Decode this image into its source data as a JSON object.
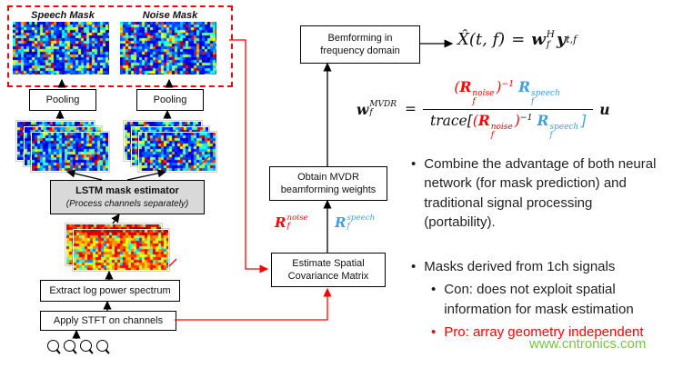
{
  "panel": {
    "speech_label": "Speech Mask",
    "noise_label": "Noise Mask"
  },
  "boxes": {
    "pooling": "Pooling",
    "lstm_line1": "LSTM mask estimator",
    "lstm_line2": "(Process channels separately)",
    "extract": "Extract log power spectrum",
    "stft": "Apply STFT on channels",
    "beamform_line1": "Bemforming in",
    "beamform_line2": "frequency domain",
    "mvdr_line1": "Obtain MVDR",
    "mvdr_line2": "beamforming weights",
    "cov_line1": "Estimate Spatial",
    "cov_line2": "Covariance Matrix"
  },
  "output_formula": {
    "lhs": "X̂(t, f)",
    "eq": "=",
    "w": "w",
    "w_sup": "H",
    "w_sub": "f",
    "y": "y",
    "y_sub": "t,f"
  },
  "mvdr_formula": {
    "w": "w",
    "w_sup": "MVDR",
    "w_sub": "f",
    "eq": "=",
    "open_paren": "(",
    "R": "R",
    "f": "f",
    "noise": "noise",
    "speech": "speech",
    "close_paren": ")",
    "inverse": "−1",
    "trace_open": "trace[",
    "bracket_close": "]",
    "u": "u"
  },
  "cov_labels": {
    "R": "R",
    "f": "f",
    "noise": "noise",
    "speech": "speech"
  },
  "bullets": {
    "dot": "•",
    "b1": "Combine the advantage of both neural network (for mask prediction) and traditional signal processing (portability).",
    "b2": "Masks derived from 1ch signals",
    "b2_sub1": "Con: does not exploit spatial information for mask estimation",
    "b2_sub2": "Pro: array geometry independent"
  },
  "watermark": "www.cntronics.com",
  "colors": {
    "accent_red": "#ff0000",
    "accent_blue": "#41a0dc",
    "watermark_green": "#7cc242",
    "box_gray": "#d9d9d9"
  }
}
